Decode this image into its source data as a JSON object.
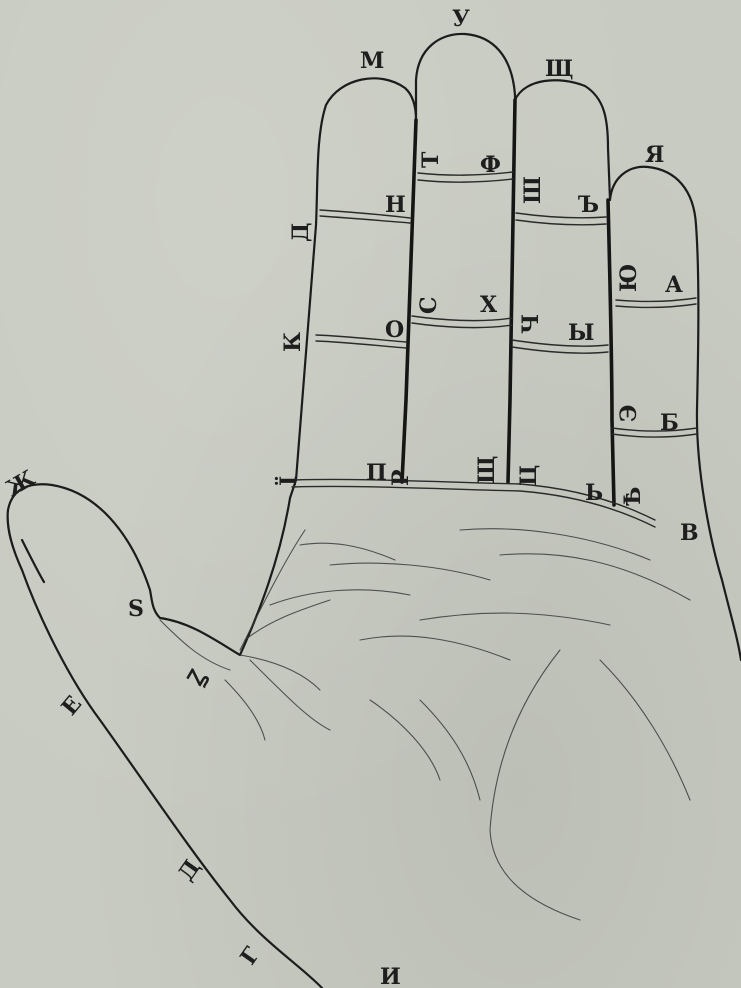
{
  "labels": {
    "m": "М",
    "u": "У",
    "shch_top": "Щ",
    "ya": "Я",
    "t": "Т",
    "f": "Ф",
    "d": "Д",
    "n": "Н",
    "sh": "Ш",
    "hard_sign": "Ъ",
    "yu": "Ю",
    "a": "А",
    "k": "К",
    "o": "О",
    "s": "С",
    "kh": "Х",
    "ch": "Ч",
    "yery": "Ы",
    "e_rev": "Э",
    "b": "Б",
    "i_dot": "Ї",
    "p": "П",
    "r": "Р",
    "shch_mid": "Щ",
    "ts": "Ц",
    "soft_sign": "Ь",
    "yat": "Ѣ",
    "v": "В",
    "zh": "Ж",
    "s_lat": "S",
    "z_loop": "Ꙁ",
    "e": "Е",
    "d_low": "Д",
    "g": "Г",
    "i": "И"
  }
}
